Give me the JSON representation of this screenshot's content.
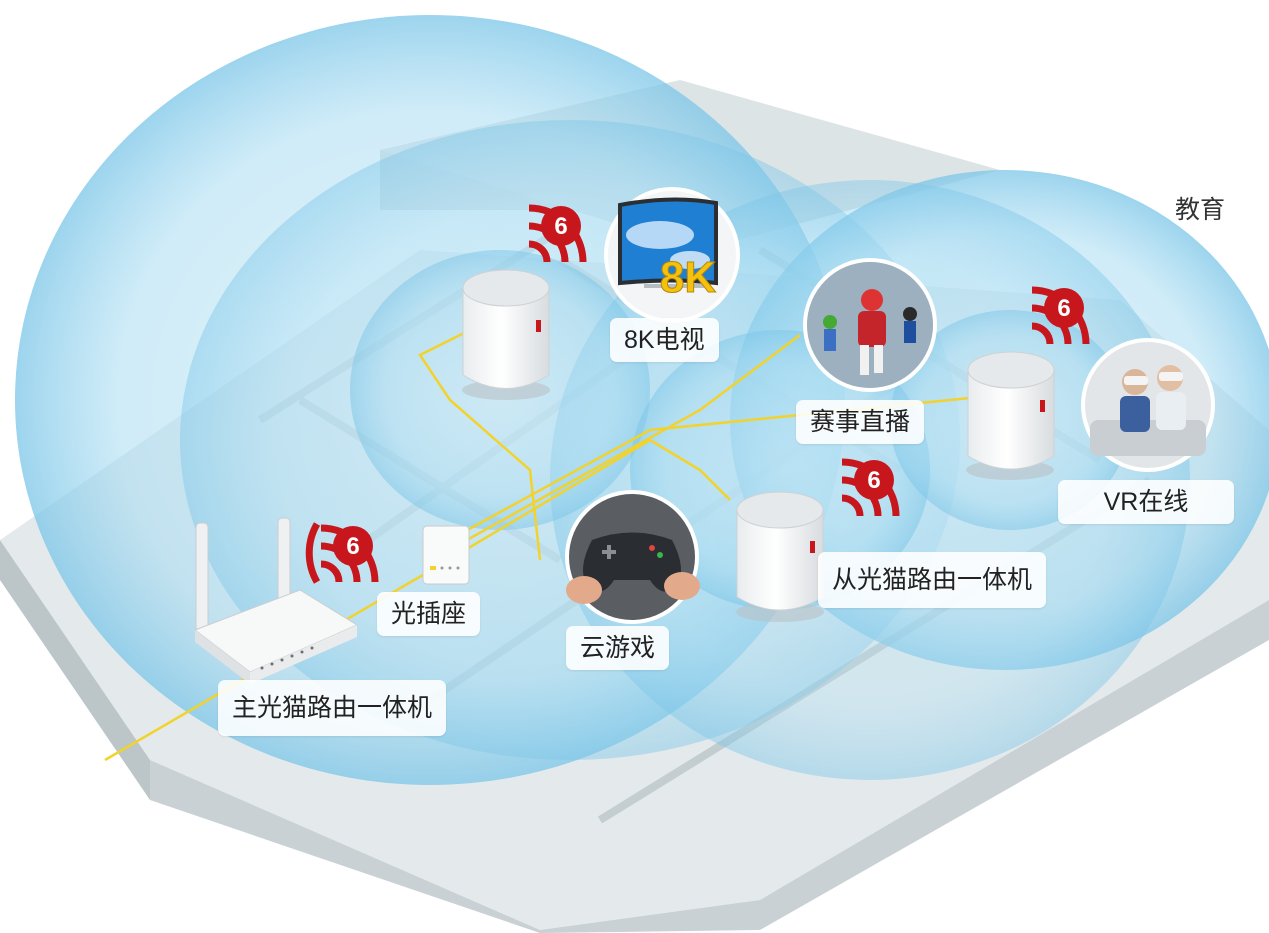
{
  "labels": {
    "main_ont": "主光猫路由一体机",
    "optical_socket": "光插座",
    "sub_ont": "从光猫路由一体机",
    "tv_8k": "8K电视",
    "live_sports": "赛事直播",
    "vr_online": "VR在线",
    "cloud_game": "云游戏",
    "education": "教育"
  },
  "badges": {
    "wifi6_number": "6",
    "tv_overlay": "8K"
  },
  "colors": {
    "coverage": "#9fd6ef",
    "coverage_edge": "#7cc6e8",
    "fiber": "#f2d22b",
    "badge_red": "#c8161d",
    "floor": "#dfe6e8",
    "wall": "#c7d0d3"
  },
  "icons": [
    "wifi6-icon",
    "router-icon",
    "mesh-node-icon",
    "optical-socket-icon",
    "tv-icon",
    "gamepad-icon",
    "sports-icon",
    "vr-icon"
  ]
}
